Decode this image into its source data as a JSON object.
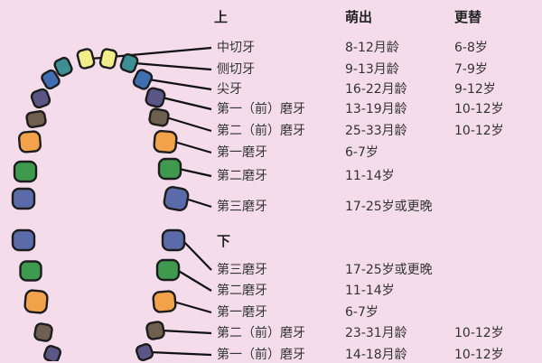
{
  "headers": {
    "upper": "上",
    "lower": "下",
    "erupt": "萌出",
    "shed": "更替"
  },
  "colors": {
    "background": "#f5dcea",
    "incisor_central": "#f2ec8a",
    "incisor_lateral": "#3d8f96",
    "canine": "#3f6fb0",
    "first_premolar": "#5a5686",
    "second_premolar": "#6e5f4e",
    "first_molar": "#f2a24a",
    "second_molar": "#3f9a4f",
    "third_molar": "#5b6aa8",
    "outline": "#1d1d1d"
  },
  "upper_rows": [
    {
      "name": "中切牙",
      "erupt": "8-12月龄",
      "shed": "6-8岁",
      "tooth": "incisor_central"
    },
    {
      "name": "侧切牙",
      "erupt": "9-13月龄",
      "shed": "7-9岁",
      "tooth": "incisor_lateral"
    },
    {
      "name": "尖牙",
      "erupt": "16-22月龄",
      "shed": "9-12岁",
      "tooth": "canine"
    },
    {
      "name": "第一（前）磨牙",
      "erupt": "13-19月龄",
      "shed": "10-12岁",
      "tooth": "first_premolar"
    },
    {
      "name": "第二（前）磨牙",
      "erupt": "25-33月龄",
      "shed": "10-12岁",
      "tooth": "second_premolar"
    },
    {
      "name": "第一磨牙",
      "erupt": "6-7岁",
      "shed": "",
      "tooth": "first_molar"
    },
    {
      "name": "第二磨牙",
      "erupt": "11-14岁",
      "shed": "",
      "tooth": "second_molar"
    },
    {
      "name": "第三磨牙",
      "erupt": "17-25岁或更晚",
      "shed": "",
      "tooth": "third_molar"
    }
  ],
  "lower_rows": [
    {
      "name": "第三磨牙",
      "erupt": "17-25岁或更晚",
      "shed": "",
      "tooth": "third_molar"
    },
    {
      "name": "第二磨牙",
      "erupt": "11-14岁",
      "shed": "",
      "tooth": "second_molar"
    },
    {
      "name": "第一磨牙",
      "erupt": "6-7岁",
      "shed": "",
      "tooth": "first_molar"
    },
    {
      "name": "第二（前）磨牙",
      "erupt": "23-31月龄",
      "shed": "10-12岁",
      "tooth": "second_premolar"
    },
    {
      "name": "第一（前）磨牙",
      "erupt": "14-18月龄",
      "shed": "10-12岁",
      "tooth": "first_premolar"
    }
  ]
}
